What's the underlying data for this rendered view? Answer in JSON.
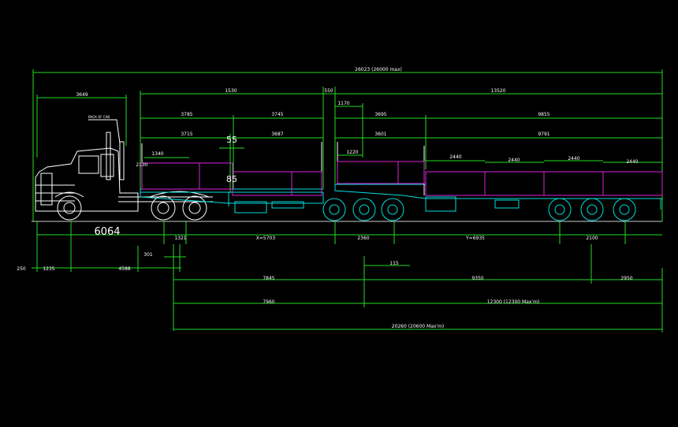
{
  "dims_top": {
    "overall": "26023 (26000 max)",
    "cab_front": "3649",
    "back_of_cab_label": "BACK OF CAB",
    "first_trailer_len": "1530",
    "gap": "550",
    "second_trailer_len": "13520",
    "front_deck_a": "3785",
    "front_deck_b": "3745",
    "dolly_a": "1170",
    "dolly_b": "3695",
    "rear_deck": "9855",
    "sub_a": "3715",
    "sub_b": "3687",
    "sub_c": "3601",
    "sub_d": "9791",
    "h_55": "55",
    "h_85": "85",
    "dim_1340": "1340",
    "dim_2130": "2130",
    "dim_1220": "1220",
    "bay_1": "2440",
    "bay_2": "2440",
    "bay_3": "2440",
    "bay_4": "2440"
  },
  "dims_bottom": {
    "wheelbase_big": "6064",
    "d_1321": "1321",
    "x_dim": "X=5703",
    "d_2360": "2360",
    "y_dim": "Y=6935",
    "d_2100": "2100",
    "d_301": "301",
    "d_250": "250",
    "d_1235": "1235",
    "d_4588": "4588",
    "d_115": "115",
    "d_7845": "7845",
    "d_9350": "9350",
    "d_2950": "2950",
    "d_7960": "7960",
    "d_12300": "12300 (12300 Max'm)",
    "d_20260": "20260 (20600 Max'm)"
  },
  "colors": {
    "dimension": "#22dd22",
    "truck": "#ffffff",
    "trailer": "#00dddd",
    "load": "#dd22dd",
    "text": "#ffffff"
  }
}
